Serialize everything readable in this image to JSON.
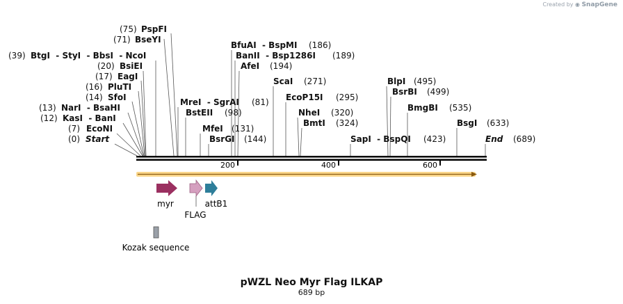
{
  "credit": {
    "prefix": "Created by",
    "brand": "SnapGene"
  },
  "plasmid": {
    "name": "pWZL Neo Myr Flag ILKAP",
    "length_label": "689 bp"
  },
  "ruler": {
    "ticks": [
      "200",
      "400",
      "600"
    ]
  },
  "sites": [
    {
      "pos": "(75)",
      "name": "PspFI"
    },
    {
      "pos": "(71)",
      "name": "BseYI"
    },
    {
      "pos": "(39)",
      "name": "BtgI  - StyI  - BbsI  - NcoI"
    },
    {
      "pos": "(20)",
      "name": "BsiEI"
    },
    {
      "pos": "(17)",
      "name": "EagI"
    },
    {
      "pos": "(16)",
      "name": "PluTI"
    },
    {
      "pos": "(14)",
      "name": "SfoI"
    },
    {
      "pos": "(13)",
      "name": "NarI  - BsaHI"
    },
    {
      "pos": "(12)",
      "name": "KasI  - BanI"
    },
    {
      "pos": "(7)",
      "name": "EcoNI"
    },
    {
      "pos": "(0)",
      "name": "Start"
    },
    {
      "pos": "(81)",
      "name": "MreI  - SgrAI"
    },
    {
      "pos": "(98)",
      "name": "BstEII"
    },
    {
      "pos": "(131)",
      "name": "MfeI"
    },
    {
      "pos": "(144)",
      "name": "BsrGI"
    },
    {
      "pos": "(186)",
      "name": "BfuAI  - BspMI"
    },
    {
      "pos": "(189)",
      "name": "BanII  - Bsp1286I"
    },
    {
      "pos": "(194)",
      "name": "AfeI"
    },
    {
      "pos": "(271)",
      "name": "ScaI"
    },
    {
      "pos": "(295)",
      "name": "EcoP15I"
    },
    {
      "pos": "(320)",
      "name": "NheI"
    },
    {
      "pos": "(324)",
      "name": "BmtI"
    },
    {
      "pos": "(495)",
      "name": "BlpI"
    },
    {
      "pos": "(499)",
      "name": "BsrBI"
    },
    {
      "pos": "(535)",
      "name": "BmgBI"
    },
    {
      "pos": "(423)",
      "name": "SapI  - BspQI"
    },
    {
      "pos": "(633)",
      "name": "BsgI"
    },
    {
      "pos": "(689)",
      "name": "End"
    }
  ],
  "features": [
    {
      "name": "myr",
      "color": "#9b3060"
    },
    {
      "name": "FLAG",
      "color": "#c990b0"
    },
    {
      "name": "attB1",
      "color": "#2e7e9a"
    },
    {
      "name": "Kozak sequence",
      "color": "#9aa0a8"
    }
  ],
  "colors": {
    "orf": "#f0a830",
    "orf_arrow": "#8a5a10",
    "backbone": "#000000"
  }
}
